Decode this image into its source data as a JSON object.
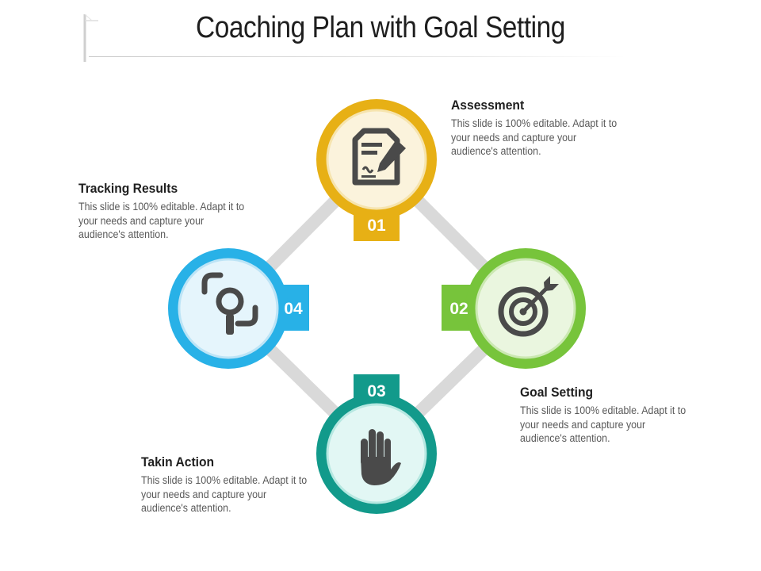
{
  "title": "Coaching Plan with Goal Setting",
  "colors": {
    "step1": "#E7B015",
    "step2": "#77C43B",
    "step3": "#129A8B",
    "step4": "#28B1E7",
    "connector": "#D9D9D9",
    "icon": "#4A4A4A"
  },
  "steps": [
    {
      "number": "01",
      "title": "Assessment",
      "text": "This slide is 100% editable. Adapt it to your needs and capture your audience's attention.",
      "icon": "document-pen-icon"
    },
    {
      "number": "02",
      "title": "Goal Setting",
      "text": "This slide is 100% editable. Adapt it to your needs and capture your audience's attention.",
      "icon": "target-arrow-icon"
    },
    {
      "number": "03",
      "title": "Takin Action",
      "text": "This slide is 100% editable. Adapt it to your needs and capture your audience's attention.",
      "icon": "hand-stop-icon"
    },
    {
      "number": "04",
      "title": "Tracking Results",
      "text": "This slide is 100% editable. Adapt it to your needs and capture your audience's attention.",
      "icon": "magnifier-focus-icon"
    }
  ]
}
